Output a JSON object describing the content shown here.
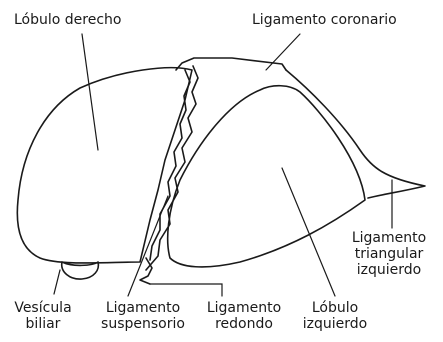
{
  "labels": {
    "right_lobe": [
      "Lóbulo derecho"
    ],
    "coronary_ligament": [
      "Ligamento coronario"
    ],
    "left_triangular_ligament": [
      "Ligamento",
      "triangular",
      "izquierdo"
    ],
    "gallbladder": [
      "Vesícula",
      "biliar"
    ],
    "suspensory_ligament": [
      "Ligamento",
      "suspensorio"
    ],
    "round_ligament": [
      "Ligamento",
      "redondo"
    ],
    "left_lobe": [
      "Lóbulo",
      "izquierdo"
    ]
  }
}
